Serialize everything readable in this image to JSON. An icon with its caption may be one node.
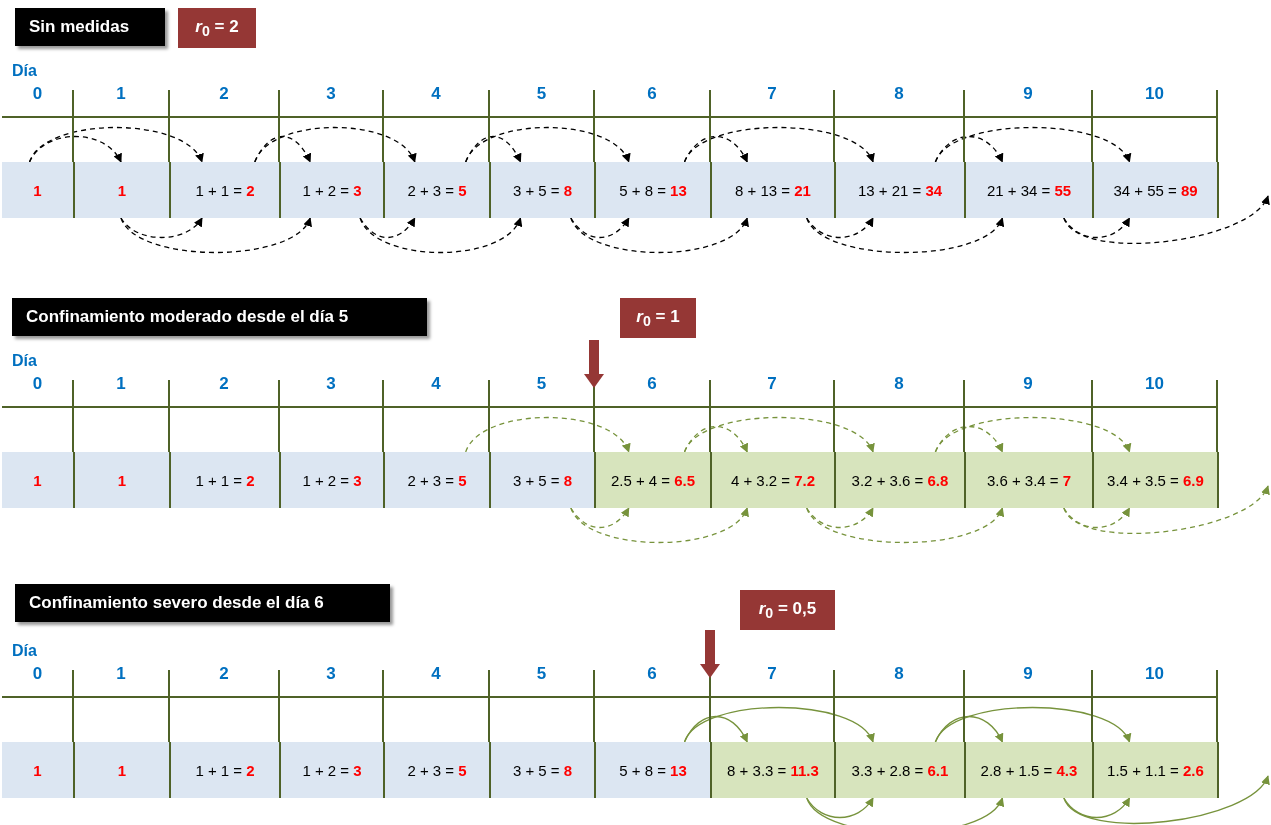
{
  "diagram": {
    "nodes": [
      {
        "text": [
          "Sin medidas"
        ]
      },
      {
        "text": [
          "*r*$_{0}$ = 2"
        ]
      },
      {
        "text": [
          "1"
        ]
      },
      {
        "text": [
          "1"
        ]
      },
      {
        "text": [
          "1 + 1 = **2**"
        ]
      },
      {
        "text": [
          "1 + 2 = **3**"
        ]
      },
      {
        "text": [
          "2 + 3 = **5**"
        ]
      },
      {
        "text": [
          "3 + 5 = **8**"
        ]
      },
      {
        "text": [
          "5 + 8 = **13**"
        ]
      },
      {
        "text": [
          "8 + 13 = **21**"
        ]
      },
      {
        "text": [
          "13 + 21 = **34**"
        ]
      },
      {
        "text": [
          "21 + 34 = **55**"
        ]
      },
      {
        "text": [
          "34 + 55 = **89**"
        ]
      },
      {
        "text": [
          "Confinamiento moderado desde el día 5"
        ]
      },
      {
        "text": [
          "*r*$_{0}$ = 1"
        ]
      },
      {
        "text": [
          "1"
        ]
      },
      {
        "text": [
          "1"
        ]
      },
      {
        "text": [
          "1 + 1 = **2**"
        ]
      },
      {
        "text": [
          "1 + 2 = **3**"
        ]
      },
      {
        "text": [
          "2 + 3 = **5**"
        ]
      },
      {
        "text": [
          "3 + 5 = **8**"
        ]
      },
      {
        "text": [
          "2.5 + 4 = **6.5**"
        ]
      },
      {
        "text": [
          "4 + 3.2 = **7.2**"
        ]
      },
      {
        "text": [
          "3.2 + 3.6 = **6.8**"
        ]
      },
      {
        "text": [
          "3.6 + 3.4 = **7**"
        ]
      },
      {
        "text": [
          "3.4 + 3.5 = **6.9**"
        ]
      },
      {
        "text": [
          "Confinamiento severo desde el día 6"
        ]
      },
      {
        "text": [
          "*r*$_{0}$ = 0,5"
        ]
      },
      {
        "text": [
          "1"
        ]
      },
      {
        "text": [
          "1"
        ]
      },
      {
        "text": [
          "1 + 1 = **2**"
        ]
      },
      {
        "text": [
          "1 + 2 = **3**"
        ]
      },
      {
        "text": [
          "2 + 3 = **5**"
        ]
      },
      {
        "text": [
          "3 + 5 = **8**"
        ]
      },
      {
        "text": [
          "5 + 8 = **13**"
        ]
      },
      {
        "text": [
          "8 + 3.3 = **11.3**"
        ]
      },
      {
        "text": [
          "3.3 + 2.8 = **6.1**"
        ]
      },
      {
        "text": [
          "2.8 + 1.5 = **4.3**"
        ]
      },
      {
        "text": [
          "1.5 + 1.1 = **2.6**"
        ]
      }
    ],
    "edges": [
      {
        "from": 2,
        "to": 3,
        "arrow": "to",
        "style": "dashed"
      },
      {
        "from": 2,
        "to": 4,
        "arrow": "to",
        "style": "dashed"
      },
      {
        "from": 3,
        "to": 4,
        "arrow": "to",
        "style": "dashed"
      },
      {
        "from": 3,
        "to": 5,
        "arrow": "to",
        "style": "dashed"
      },
      {
        "from": 4,
        "to": 5,
        "arrow": "to",
        "style": "dashed"
      },
      {
        "from": 4,
        "to": 6,
        "arrow": "to",
        "style": "dashed"
      },
      {
        "from": 5,
        "to": 6,
        "arrow": "to",
        "style": "dashed"
      },
      {
        "from": 5,
        "to": 7,
        "arrow": "to",
        "style": "dashed"
      },
      {
        "from": 6,
        "to": 7,
        "arrow": "to",
        "style": "dashed"
      },
      {
        "from": 6,
        "to": 8,
        "arrow": "to",
        "style": "dashed"
      },
      {
        "from": 7,
        "to": 8,
        "arrow": "to",
        "style": "dashed"
      },
      {
        "from": 7,
        "to": 9,
        "arrow": "to",
        "style": "dashed"
      },
      {
        "from": 8,
        "to": 9,
        "arrow": "to",
        "style": "dashed"
      },
      {
        "from": 8,
        "to": 10,
        "arrow": "to",
        "style": "dashed"
      },
      {
        "from": 9,
        "to": 10,
        "arrow": "to",
        "style": "dashed"
      },
      {
        "from": 9,
        "to": 11,
        "arrow": "to",
        "style": "dashed"
      },
      {
        "from": 10,
        "to": 11,
        "arrow": "to",
        "style": "dashed"
      },
      {
        "from": 10,
        "to": 12,
        "arrow": "to",
        "style": "dashed"
      },
      {
        "from": 11,
        "to": 12,
        "arrow": "to",
        "style": "dashed"
      },
      {
        "from": 11,
        "to": null,
        "arrow": "to",
        "style": "dashed"
      },
      {
        "from": 19,
        "to": 21,
        "arrow": "to",
        "style": "dashed",
        "color": "#77933c"
      },
      {
        "from": 20,
        "to": 21,
        "arrow": "to",
        "style": "dashed",
        "color": "#77933c"
      },
      {
        "from": 20,
        "to": 22,
        "arrow": "to",
        "style": "dashed",
        "color": "#77933c"
      },
      {
        "from": 21,
        "to": 22,
        "arrow": "to",
        "style": "dashed",
        "color": "#77933c"
      },
      {
        "from": 21,
        "to": 23,
        "arrow": "to",
        "style": "dashed",
        "color": "#77933c"
      },
      {
        "from": 22,
        "to": 23,
        "arrow": "to",
        "style": "dashed",
        "color": "#77933c"
      },
      {
        "from": 22,
        "to": 24,
        "arrow": "to",
        "style": "dashed",
        "color": "#77933c"
      },
      {
        "from": 23,
        "to": 24,
        "arrow": "to",
        "style": "dashed",
        "color": "#77933c"
      },
      {
        "from": 23,
        "to": 25,
        "arrow": "to",
        "style": "dashed",
        "color": "#77933c"
      },
      {
        "from": 24,
        "to": 25,
        "arrow": "to",
        "style": "dashed",
        "color": "#77933c"
      },
      {
        "from": 24,
        "to": null,
        "arrow": "to",
        "style": "dashed",
        "color": "#77933c"
      },
      {
        "from": 34,
        "to": 35,
        "arrow": "to",
        "color": "#77933c"
      },
      {
        "from": 34,
        "to": 36,
        "arrow": "to",
        "color": "#77933c"
      },
      {
        "from": 35,
        "to": 36,
        "arrow": "to",
        "color": "#77933c"
      },
      {
        "from": 35,
        "to": 37,
        "arrow": "to",
        "color": "#77933c"
      },
      {
        "from": 36,
        "to": 37,
        "arrow": "to",
        "color": "#77933c"
      },
      {
        "from": 36,
        "to": 38,
        "arrow": "to",
        "color": "#77933c"
      },
      {
        "from": 37,
        "to": 38,
        "arrow": "to",
        "color": "#77933c"
      },
      {
        "from": 37,
        "to": null,
        "arrow": "to",
        "color": "#77933c"
      }
    ],
    "labels": [
      "Día",
      "0",
      "1",
      "2",
      "3",
      "4",
      "5",
      "6",
      "7",
      "8",
      "9",
      "10",
      "Día",
      "0",
      "1",
      "2",
      "3",
      "4",
      "5",
      "6",
      "7",
      "8",
      "9",
      "10",
      "Día",
      "0",
      "1",
      "2",
      "3",
      "4",
      "5",
      "6",
      "7",
      "8",
      "9",
      "10"
    ]
  }
}
